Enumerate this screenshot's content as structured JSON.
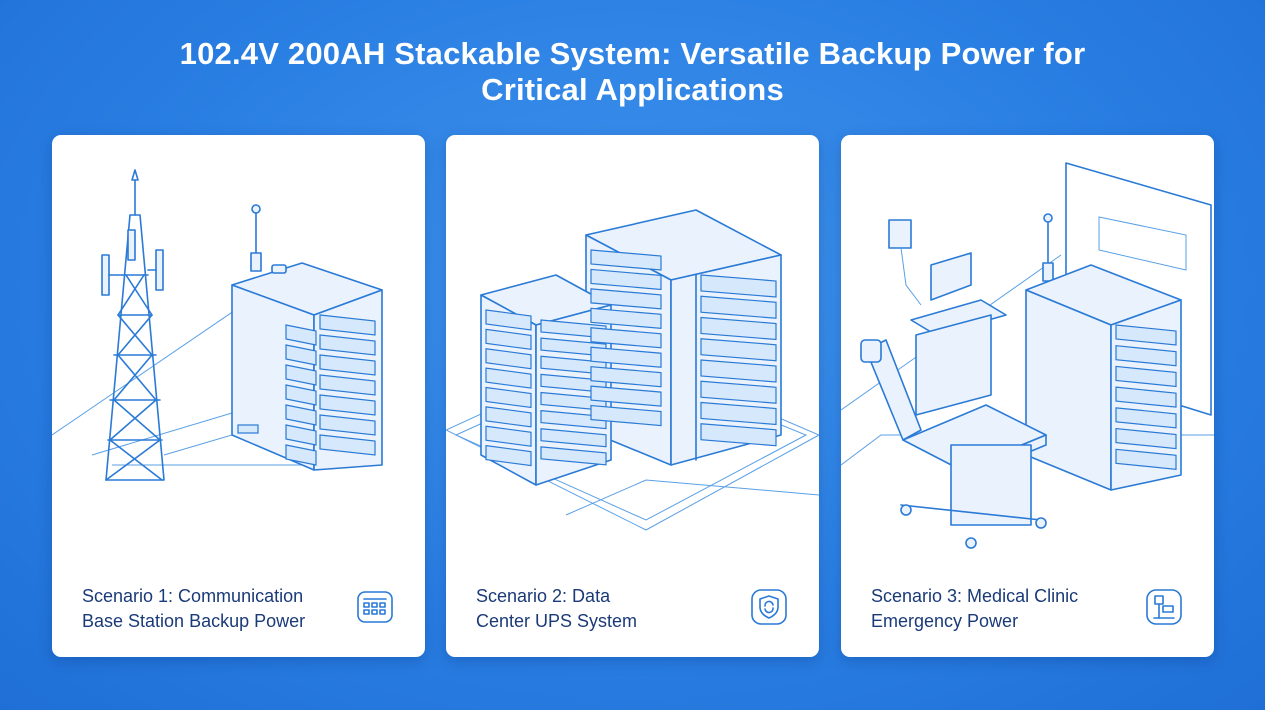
{
  "title_line1": "102.4V 200AH Stackable System: Versatile Backup Power for",
  "title_line2": "Critical Applications",
  "cards": [
    {
      "caption_line1": "Scenario 1: Communication",
      "caption_line2": "Base Station Backup Power",
      "icon": "calendar-grid-icon"
    },
    {
      "caption_line1": "Scenario 2: Data",
      "caption_line2": "Center UPS System",
      "icon": "shield-refresh-icon"
    },
    {
      "caption_line1": "Scenario 3: Medical Clinic",
      "caption_line2": "Emergency Power",
      "icon": "medical-device-icon"
    }
  ],
  "colors": {
    "background": "#2a7fe3",
    "card": "#ffffff",
    "line": "#2a7ad6",
    "caption": "#1a3a78"
  }
}
